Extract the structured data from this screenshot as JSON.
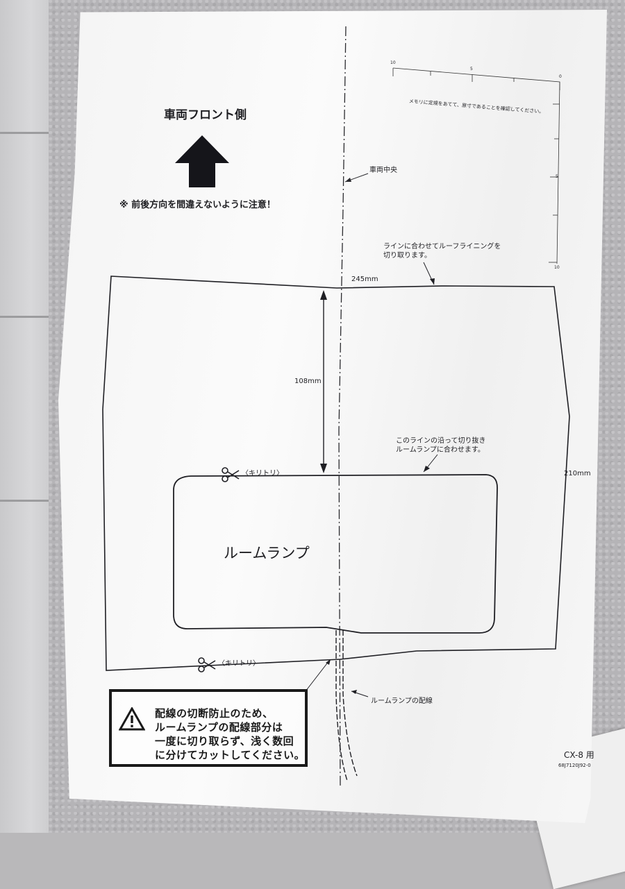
{
  "template": {
    "front_label": "車両フロント側",
    "direction_warning": "※ 前後方向を間違えないように注意！",
    "center_label": "車両中央",
    "ruler_note": "メモリに定規をあてて、原寸であることを確認してください。",
    "ruler_top_ticks": [
      "10",
      "5",
      "0"
    ],
    "ruler_side_ticks": [
      "5",
      "10"
    ],
    "cut_roof_line": "ラインに合わせてルーフライニングを\n切り取ります。",
    "width_dimension": "245mm",
    "height_dimension": "210mm",
    "depth_dimension": "108mm",
    "cut_lamp_line": "このラインの沿って切り抜き\nルームランプに合わせます。",
    "cut_mark_label": "〈キリトリ〉",
    "room_lamp_label": "ルームランプ",
    "wiring_label": "ルームランプの配線",
    "warning_lines": [
      "配線の切断防止のため、",
      "ルームランプの配線部分は",
      "一度に切り取らず、浅く数回",
      "に分けてカットしてください。"
    ],
    "model": "CX-8 用",
    "part_number": "68J7120J92-0"
  },
  "colors": {
    "ink": "#1e1e22",
    "paper": "#f6f6f6",
    "background": "#b5b4b7"
  }
}
